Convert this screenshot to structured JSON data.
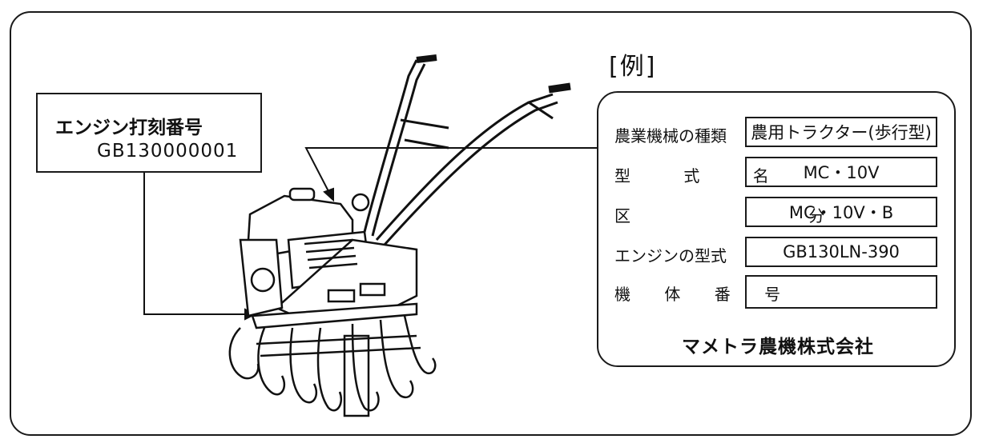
{
  "example_label": "[例]",
  "engine_stamp": {
    "title": "エンジン打刻番号",
    "number": "GB130000001"
  },
  "nameplate": {
    "rows": [
      {
        "label": "農業機械の種類",
        "value": "農用トラクター(歩行型)"
      },
      {
        "label": "型 式 名",
        "value": "MC・10V"
      },
      {
        "label": "区 分",
        "value": "MC・10V・B"
      },
      {
        "label": "エンジンの型式",
        "value": "GB130LN-390"
      },
      {
        "label": "機 体 番 号",
        "value": ""
      }
    ],
    "manufacturer": "マメトラ農機株式会社"
  }
}
